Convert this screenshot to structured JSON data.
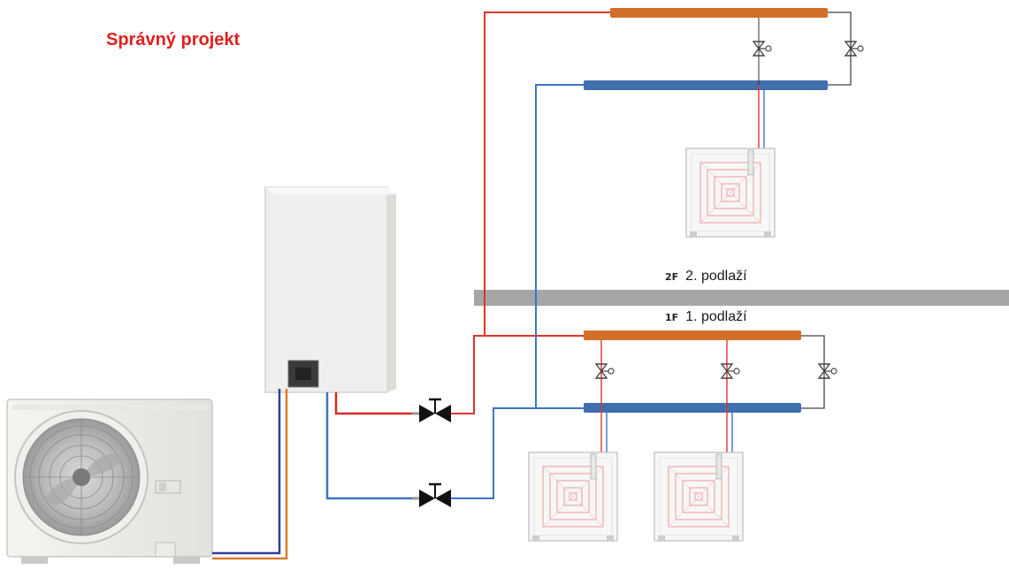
{
  "title": "Správný projekt",
  "floors": [
    {
      "code": "2F",
      "label": "2. podlaží"
    },
    {
      "code": "1F",
      "label": "1. podlaží"
    }
  ],
  "colors": {
    "title": "#e0201c",
    "hot_line": "#e0342c",
    "cold_line": "#3d74c4",
    "hot_header": "#d2702a",
    "cold_header": "#3f6fad",
    "slab": "#a6a6a6"
  }
}
